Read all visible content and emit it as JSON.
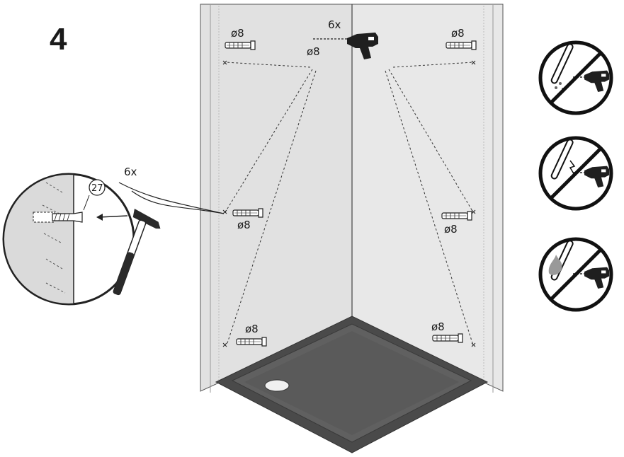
{
  "step": {
    "number": "4"
  },
  "drill": {
    "count": "6x",
    "diameter": "ø8"
  },
  "hammer_detail": {
    "count": "6x",
    "part_number": "27"
  },
  "dowels": [
    {
      "diameter": "ø8"
    },
    {
      "diameter": "ø8"
    },
    {
      "diameter": "ø8"
    },
    {
      "diameter": "ø8"
    },
    {
      "diameter": "ø8"
    },
    {
      "diameter": "ø8"
    }
  ],
  "warnings": [
    {
      "icon": "no-water-pipe-icon"
    },
    {
      "icon": "no-electrical-cable-icon"
    },
    {
      "icon": "no-gas-pipe-icon"
    }
  ],
  "colors": {
    "wall": "#e1e1e1",
    "tray": "#5f5f5f",
    "tray_rim": "#4a4a4a",
    "line": "#333333"
  }
}
